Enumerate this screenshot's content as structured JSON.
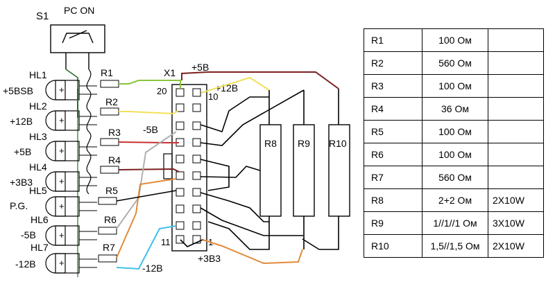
{
  "schematic": {
    "switch_label": "S1",
    "switch_state": "PC ON",
    "connector_label": "X1",
    "pin_20": "20",
    "pin_10": "10",
    "pin_11": "11",
    "pin_1": "1",
    "rail_labels": {
      "p5v": "+5В",
      "p12v": "+12В",
      "m5v": "-5В",
      "m12v": "-12В",
      "p3v3": "+3В3"
    },
    "indicators": [
      {
        "ref": "HL1",
        "signal": "+5ВSB"
      },
      {
        "ref": "HL2",
        "signal": "+12В"
      },
      {
        "ref": "HL3",
        "signal": "+5В"
      },
      {
        "ref": "HL4",
        "signal": "+3В3"
      },
      {
        "ref": "HL5",
        "signal": "P.G."
      },
      {
        "ref": "HL6",
        "signal": "-5В"
      },
      {
        "ref": "HL7",
        "signal": "-12В"
      }
    ],
    "series_resistors": [
      "R1",
      "R2",
      "R3",
      "R4",
      "R5",
      "R6",
      "R7"
    ],
    "load_resistors": [
      "R8",
      "R9",
      "R10"
    ],
    "wire_colors": {
      "green": "#8ac43a",
      "yellow": "#f2e05a",
      "dark_red": "#7a2020",
      "red": "#c83030",
      "gray": "#b0b0b0",
      "orange": "#e08a3a",
      "cyan": "#40c0e8",
      "dark_green": "#2a6a2a"
    }
  },
  "parts_table": {
    "rows": [
      {
        "ref": "R1",
        "value": "100 Ом",
        "power": ""
      },
      {
        "ref": "R2",
        "value": "560 Ом",
        "power": ""
      },
      {
        "ref": "R3",
        "value": "100 Ом",
        "power": ""
      },
      {
        "ref": "R4",
        "value": "36 Ом",
        "power": ""
      },
      {
        "ref": "R5",
        "value": "100 Ом",
        "power": ""
      },
      {
        "ref": "R6",
        "value": "100 Ом",
        "power": ""
      },
      {
        "ref": "R7",
        "value": "560 Ом",
        "power": ""
      },
      {
        "ref": "R8",
        "value": "2+2 Ом",
        "power": "2X10W"
      },
      {
        "ref": "R9",
        "value": "1//1//1 Ом",
        "power": "3X10W"
      },
      {
        "ref": "R10",
        "value": "1,5//1,5 Ом",
        "power": "2X10W"
      }
    ]
  }
}
